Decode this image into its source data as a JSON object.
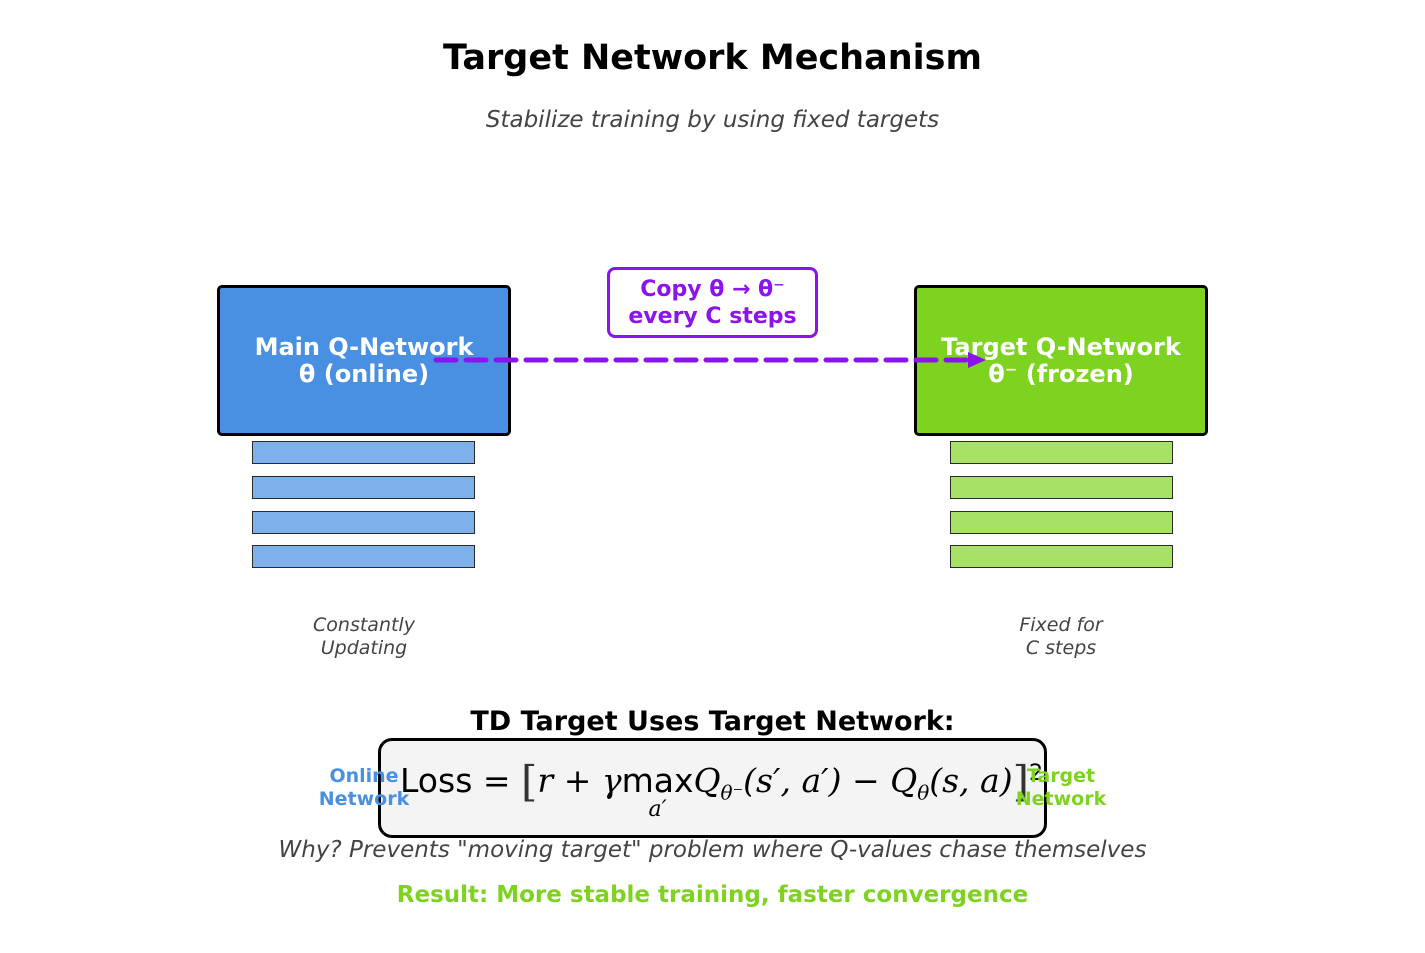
{
  "title": "Target Network Mechanism",
  "subtitle": "Stabilize training by using fixed targets",
  "main_network": {
    "line1": "Main Q-Network",
    "line2": "θ (online)",
    "note_line1": "Constantly",
    "note_line2": "Updating",
    "color": "#4a90e2",
    "layer_color": "#7eb0ea"
  },
  "target_network": {
    "line1": "Target Q-Network",
    "line2": "θ⁻ (frozen)",
    "note_line1": "Fixed for",
    "note_line2": "C steps",
    "color": "#7ed321",
    "layer_color": "#a7e266"
  },
  "copy": {
    "line1": "Copy θ → θ⁻",
    "line2": "every C steps",
    "color": "#8b14ee"
  },
  "td_title": "TD Target Uses Target Network:",
  "formula": {
    "loss": "Loss",
    "eq": " = ",
    "open": "[",
    "r": "r",
    "plus": " + ",
    "gamma": "γ",
    "max": "max",
    "max_sub": "a′",
    "q": "Q",
    "q_target_sub": "θ⁻",
    "args_target": "(s′, a′)",
    "minus": " − ",
    "q_online_sub": "θ",
    "args_online": "(s, a)",
    "close": "]",
    "power": "2"
  },
  "labels": {
    "online_line1": "Online",
    "online_line2": "Network",
    "target_line1": "Target",
    "target_line2": "Network"
  },
  "why": "Why? Prevents \"moving target\" problem where Q-values chase themselves",
  "result": "Result: More stable training, faster convergence"
}
